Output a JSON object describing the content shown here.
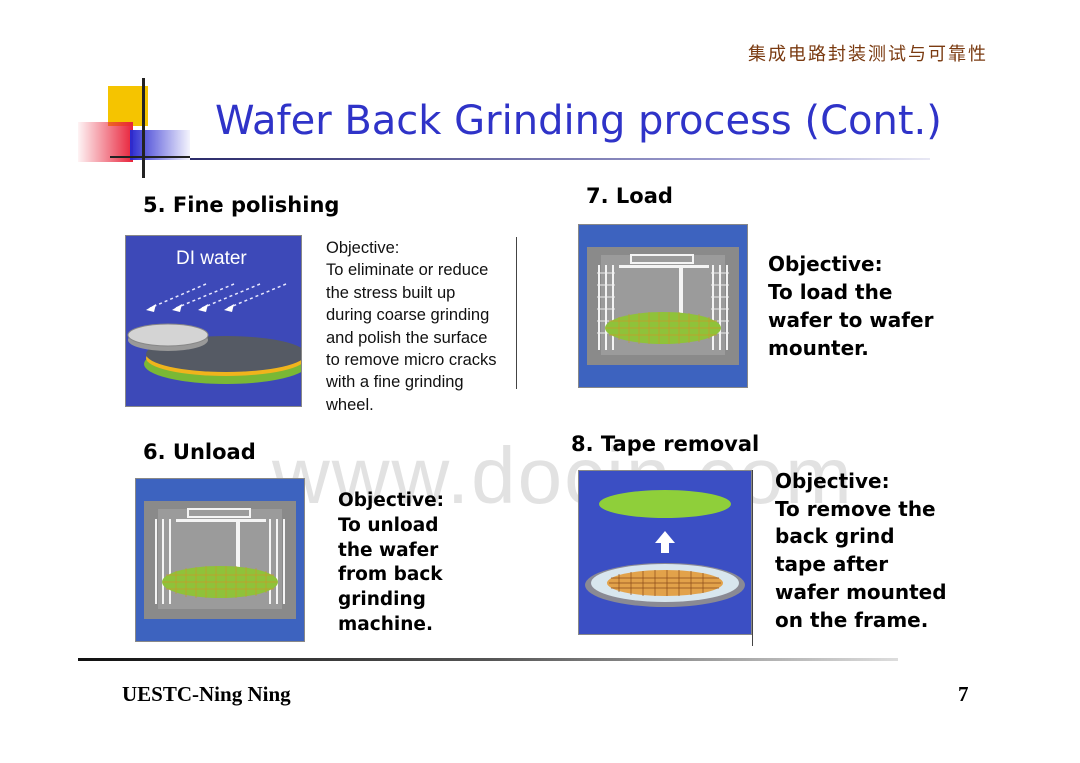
{
  "header": {
    "course_title": "集成电路封装测试与可靠性",
    "slide_title": "Wafer Back Grinding process (Cont.)"
  },
  "steps": {
    "fine_polishing": {
      "heading": "5. Fine polishing",
      "image_label": "DI water",
      "objective_lines": [
        "Objective:",
        "To eliminate or reduce",
        "the stress built up",
        "during coarse grinding",
        "and polish the surface",
        "to remove micro cracks",
        "with a fine grinding",
        "wheel."
      ]
    },
    "unload": {
      "heading": "6. Unload",
      "objective_lines": [
        "Objective:",
        "To unload",
        "the wafer",
        "from back",
        "grinding",
        "machine."
      ]
    },
    "load": {
      "heading": "7. Load",
      "objective_lines": [
        "Objective:",
        "To load the",
        "wafer to wafer",
        "mounter."
      ]
    },
    "tape_removal": {
      "heading": "8. Tape removal",
      "objective_lines": [
        "Objective:",
        "To remove the",
        "back grind",
        "tape after",
        "wafer mounted",
        "on the frame."
      ]
    }
  },
  "watermark": "www.docin.com",
  "footer": {
    "author": "UESTC-Ning Ning",
    "page_number": "7"
  },
  "colors": {
    "title_blue": "#2f33c8",
    "panel_blue": "#3d63bf",
    "wafer_green": "#7ab835",
    "accent_yellow": "#f5c400",
    "accent_red": "#e8223a"
  }
}
